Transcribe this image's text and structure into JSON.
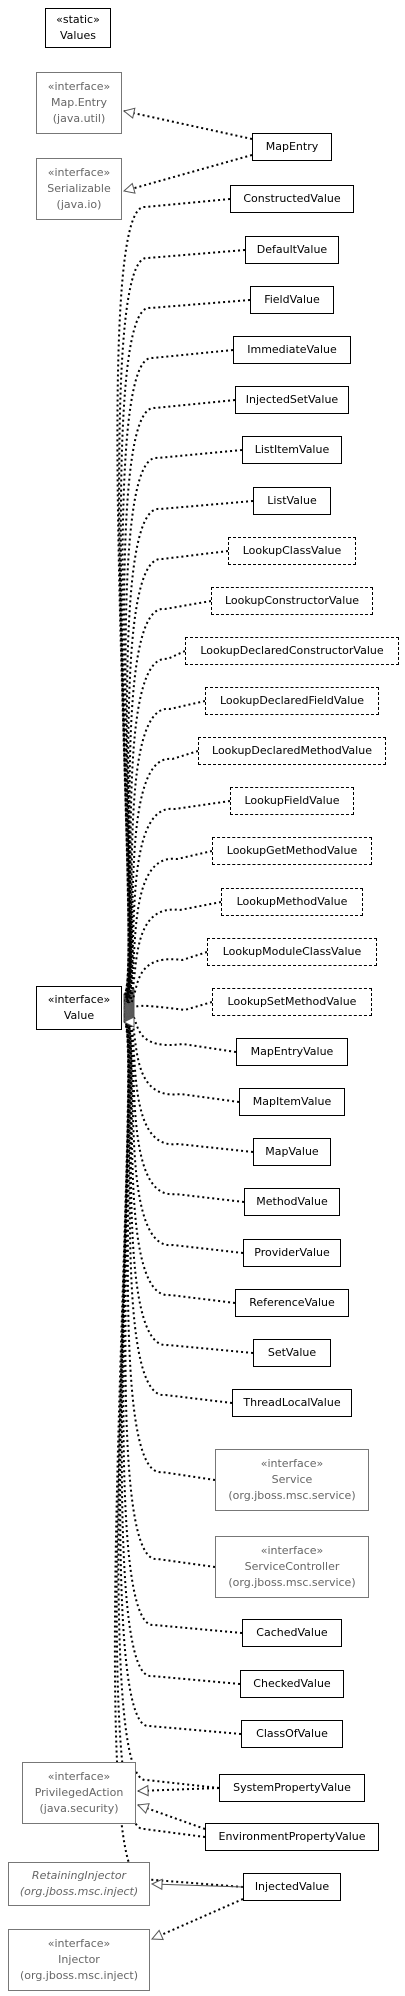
{
  "diagram": {
    "values_box": {
      "stereotype": "«static»",
      "name": "Values"
    },
    "map_entry_interface": {
      "stereotype": "«interface»",
      "name": "Map.Entry",
      "package": "(java.util)"
    },
    "serializable_interface": {
      "stereotype": "«interface»",
      "name": "Serializable",
      "package": "(java.io)"
    },
    "map_entry_class": {
      "name": "MapEntry"
    },
    "value_interface": {
      "stereotype": "«interface»",
      "name": "Value"
    },
    "implementations": [
      {
        "name": "ConstructedValue"
      },
      {
        "name": "DefaultValue"
      },
      {
        "name": "FieldValue"
      },
      {
        "name": "ImmediateValue"
      },
      {
        "name": "InjectedSetValue"
      },
      {
        "name": "ListItemValue"
      },
      {
        "name": "ListValue"
      },
      {
        "name": "LookupClassValue"
      },
      {
        "name": "LookupConstructorValue"
      },
      {
        "name": "LookupDeclaredConstructorValue"
      },
      {
        "name": "LookupDeclaredFieldValue"
      },
      {
        "name": "LookupDeclaredMethodValue"
      },
      {
        "name": "LookupFieldValue"
      },
      {
        "name": "LookupGetMethodValue"
      },
      {
        "name": "LookupMethodValue"
      },
      {
        "name": "LookupModuleClassValue"
      },
      {
        "name": "LookupSetMethodValue"
      },
      {
        "name": "MapEntryValue"
      },
      {
        "name": "MapItemValue"
      },
      {
        "name": "MapValue"
      },
      {
        "name": "MethodValue"
      },
      {
        "name": "ProviderValue"
      },
      {
        "name": "ReferenceValue"
      },
      {
        "name": "SetValue"
      },
      {
        "name": "ThreadLocalValue"
      },
      {
        "stereotype": "«interface»",
        "name": "Service",
        "package": "(org.jboss.msc.service)"
      },
      {
        "stereotype": "«interface»",
        "name": "ServiceController",
        "package": "(org.jboss.msc.service)"
      },
      {
        "name": "CachedValue"
      },
      {
        "name": "CheckedValue"
      },
      {
        "name": "ClassOfValue"
      },
      {
        "name": "SystemPropertyValue"
      },
      {
        "name": "EnvironmentPropertyValue"
      },
      {
        "name": "InjectedValue"
      }
    ],
    "privileged_action": {
      "stereotype": "«interface»",
      "name": "PrivilegedAction",
      "package": "(java.security)"
    },
    "retaining_injector": {
      "name": "RetainingInjector",
      "package": "(org.jboss.msc.inject)"
    },
    "injector_interface": {
      "stereotype": "«interface»",
      "name": "Injector",
      "package": "(org.jboss.msc.inject)"
    }
  }
}
